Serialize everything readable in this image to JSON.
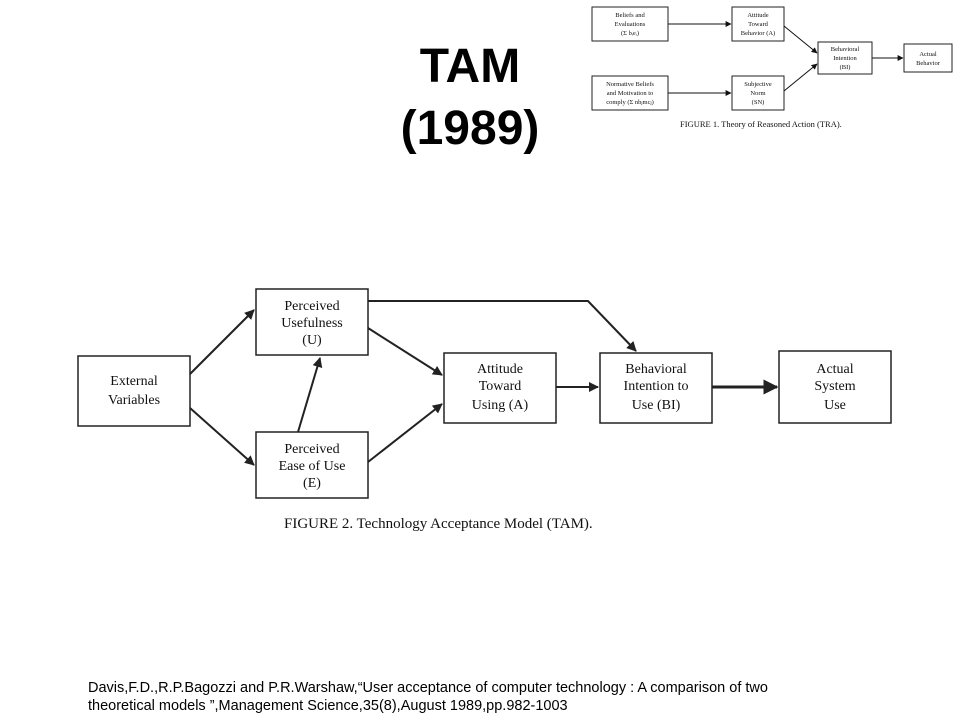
{
  "slide": {
    "title_line1": "TAM",
    "title_line2": "(1989)",
    "citation_line1": "Davis,F.D.,R.P.Bagozzi and P.R.Warshaw,“User acceptance of computer technology : A comparison of two",
    "citation_line2": "theoretical models ”,Management Science,35(8),August 1989,pp.982-1003"
  },
  "tra_figure": {
    "beliefs": [
      "Beliefs and",
      "Evaluations",
      "(Σ bᵢeᵢ)"
    ],
    "normative": [
      "Normative Beliefs",
      "and Motivation to",
      "comply (Σ nbⱼmcⱼ)"
    ],
    "attitude": [
      "Attitude",
      "Toward",
      "Behavior (A)"
    ],
    "subjective_norm": [
      "Subjective",
      "Norm",
      "(SN)"
    ],
    "intention": [
      "Behavioral",
      "Intention",
      "(BI)"
    ],
    "behavior": [
      "Actual",
      "Behavior"
    ],
    "caption": "FIGURE 1.   Theory of Reasoned Action (TRA)."
  },
  "tam_figure": {
    "external": [
      "External",
      "Variables"
    ],
    "usefulness": [
      "Perceived",
      "Usefulness",
      "(U)"
    ],
    "ease": [
      "Perceived",
      "Ease of Use",
      "(E)"
    ],
    "attitude": [
      "Attitude",
      "Toward",
      "Using (A)"
    ],
    "intention": [
      "Behavioral",
      "Intention to",
      "Use (BI)"
    ],
    "actual": [
      "Actual",
      "System",
      "Use"
    ],
    "caption": "FIGURE 2.   Technology Acceptance Model (TAM)."
  }
}
